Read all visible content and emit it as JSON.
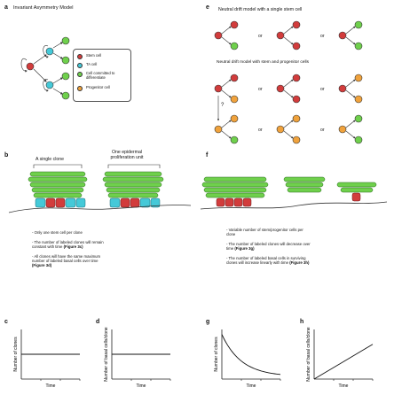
{
  "panels": {
    "a": {
      "label": "a",
      "title": "Invariant Asymmetry Model",
      "legend": [
        {
          "label": "Stem cell",
          "color": "#d23c3c"
        },
        {
          "label": "TA cell",
          "color": "#45c9d8"
        },
        {
          "label": "Cell committed to differentiate",
          "color": "#6fd04c"
        },
        {
          "label": "Progenitor cell",
          "color": "#f0a23c"
        }
      ]
    },
    "b": {
      "label": "b",
      "clone_label": "A single clone",
      "unit_label": "One epidermal proliferation unit",
      "bullets": [
        {
          "text": "- Only one stem cell per clone",
          "ref": ""
        },
        {
          "text": "- The number of labeled clones will remain constant with time",
          "ref": "(Figure 3c)"
        },
        {
          "text": "- All clones will have the same maximum number of labeled basal cells over time",
          "ref": "(Figure 3d)"
        }
      ]
    },
    "e": {
      "label": "e",
      "title1": "Neutral drift model with a single stem cell",
      "title2": "Neutral drift model with stem and progenitor cells",
      "or": "or",
      "question": "?"
    },
    "f": {
      "label": "f",
      "bullets": [
        {
          "text": "- Variable number of stem/progenitor cells per clone",
          "ref": ""
        },
        {
          "text": "- The number of labeled clones will decrease over time",
          "ref": "(Figure 3g)"
        },
        {
          "text": "- The number of labeled basal cells in surviving clones will increase linearly with time",
          "ref": "(Figure 3h)"
        }
      ]
    },
    "c": {
      "label": "c",
      "ylabel": "Number of clones",
      "xlabel": "Time"
    },
    "d": {
      "label": "d",
      "ylabel": "Number of basal cells/clone",
      "xlabel": "Time"
    },
    "g": {
      "label": "g",
      "ylabel": "Number of clones",
      "xlabel": "Time"
    },
    "h": {
      "label": "h",
      "ylabel": "Number of basal cells/clone",
      "xlabel": "Time"
    }
  },
  "colors": {
    "stem": "#d23c3c",
    "ta": "#45c9d8",
    "committed": "#6fd04c",
    "progenitor": "#f0a23c"
  },
  "chart_data": [
    {
      "panel": "c",
      "type": "line",
      "xlabel": "Time",
      "ylabel": "Number of clones",
      "shape": "constant"
    },
    {
      "panel": "d",
      "type": "line",
      "xlabel": "Time",
      "ylabel": "Number of basal cells/clone",
      "shape": "constant"
    },
    {
      "panel": "g",
      "type": "line",
      "xlabel": "Time",
      "ylabel": "Number of clones",
      "shape": "decreasing"
    },
    {
      "panel": "h",
      "type": "line",
      "xlabel": "Time",
      "ylabel": "Number of basal cells/clone",
      "shape": "linear increase"
    }
  ]
}
